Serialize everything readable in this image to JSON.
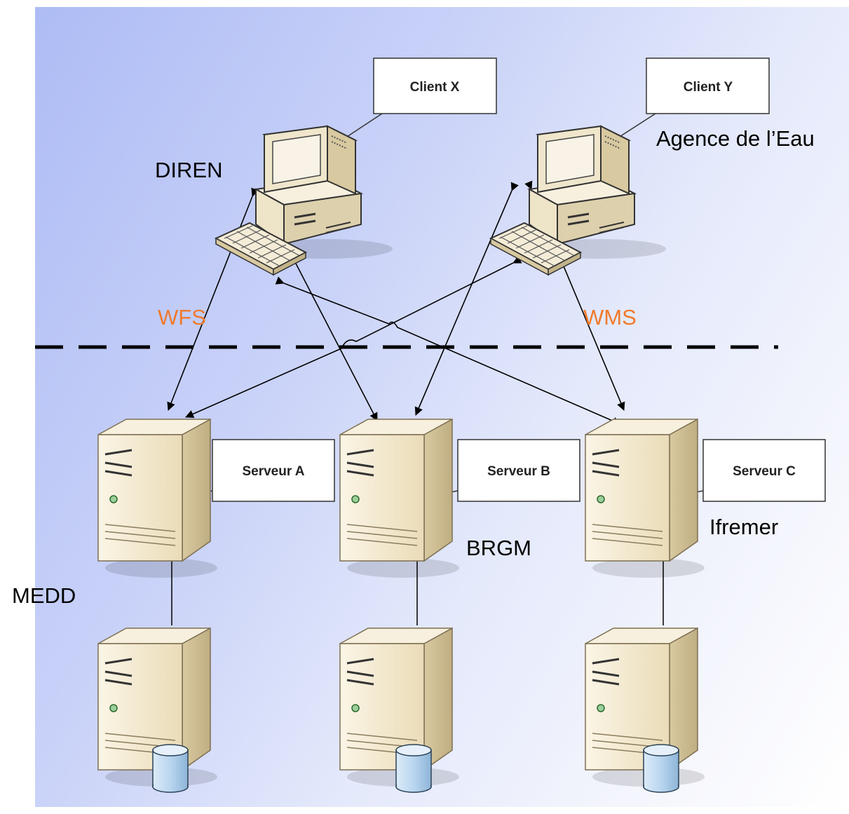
{
  "clients": [
    {
      "label": "Client X",
      "organization": "DIREN"
    },
    {
      "label": "Client Y",
      "organization": "Agence de l’Eau"
    }
  ],
  "protocols": {
    "left": "WFS",
    "right": "WMS"
  },
  "servers": [
    {
      "label": "Serveur A",
      "organization": "MEDD"
    },
    {
      "label": "Serveur B",
      "organization": "BRGM"
    },
    {
      "label": "Serveur C",
      "organization": "Ifremer"
    }
  ],
  "colors": {
    "background_left": "#aebcf5",
    "background_right": "#ffffff",
    "protocol_label": "#f07a2c",
    "server_body": "#f4ecd7",
    "database": "#b9d6ef"
  },
  "icons": [
    "computer-icon",
    "keyboard-icon",
    "server-icon",
    "database-icon"
  ]
}
